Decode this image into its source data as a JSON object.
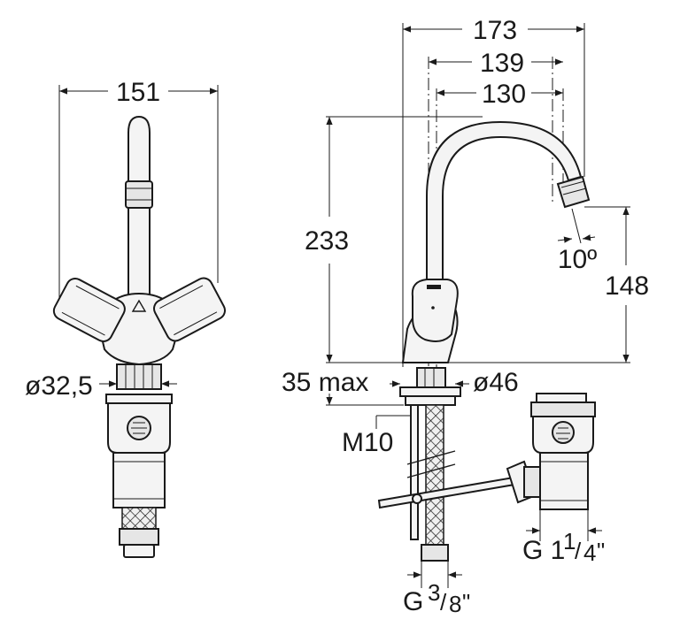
{
  "dimensions": {
    "front_width": "151",
    "front_inlet_dia": "ø32,5",
    "side_total_reach": "173",
    "side_reach_139": "139",
    "side_reach_130": "130",
    "side_total_height": "233",
    "side_spout_height": "148",
    "spout_angle": "10º",
    "deck_thickness": "35 max",
    "base_dia": "ø46",
    "rod_thread": "M10",
    "hose_thread_prefix": "G",
    "hose_thread_num": "3",
    "hose_thread_den": "8",
    "hose_thread_suffix": "\"",
    "waste_thread_prefix": "G 1",
    "waste_thread_num": "1",
    "waste_thread_den": "4",
    "waste_thread_suffix": "\""
  }
}
